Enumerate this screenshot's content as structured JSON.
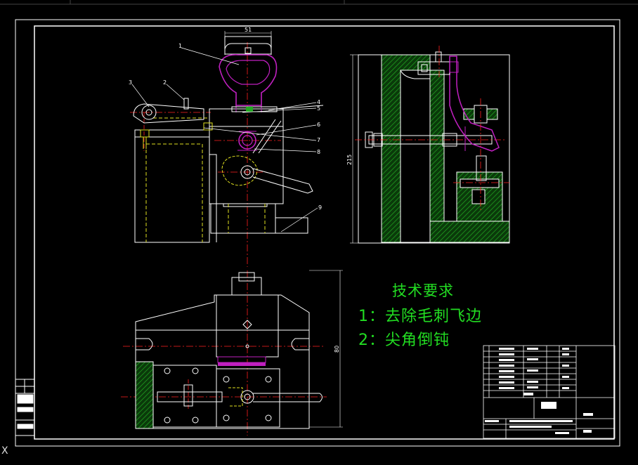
{
  "drawing": {
    "tech_requirements": {
      "title": "技术要求",
      "item1": "1：去除毛刺飞边",
      "item2": "2：尖角倒钝"
    },
    "dimensions": {
      "top_width": "51",
      "side_height": "215",
      "bottom_height": "80"
    },
    "balloons": [
      "1",
      "2",
      "3",
      "4",
      "5",
      "6",
      "7",
      "8",
      "9"
    ],
    "cursor_mark": "X",
    "colors": {
      "background": "#000000",
      "line": "#ffffff",
      "centerline": "#ff2020",
      "hatch": "#22aa22",
      "part_highlight": "#c020c0",
      "hidden": "#e0e020",
      "text": "#22dd22"
    }
  }
}
